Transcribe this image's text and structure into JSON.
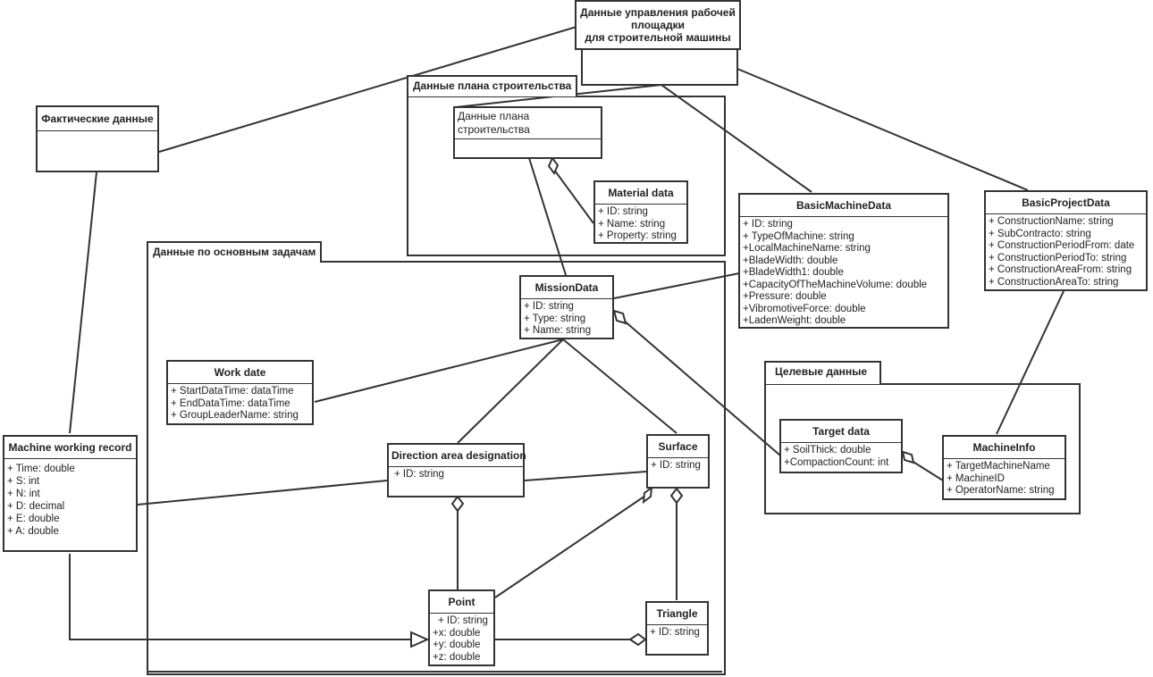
{
  "packages": {
    "construction_plan": "Данные плана строительства",
    "main_tasks": "Данные по основным задачам",
    "target": "Целевые данные"
  },
  "classes": {
    "site_mgmt": {
      "title": "Данные управления рабочей площадки\nдля строительной машины",
      "title_lines": [
        "Данные управления рабочей",
        "площадки",
        "для строительной машины"
      ],
      "attrs": []
    },
    "actual": {
      "title": "Фактические данные",
      "attrs": []
    },
    "plan": {
      "title_lines": [
        "Данные плана",
        "строительства"
      ],
      "attrs": []
    },
    "material": {
      "title": "Material data",
      "attrs": [
        "+ ID: string",
        "+ Name: string",
        "+ Property: string"
      ]
    },
    "basic_machine": {
      "title": "BasicMachineData",
      "attrs": [
        "+ ID: string",
        "+ TypeOfMachine: string",
        "+LocalMachineName: string",
        "+BladeWidth: double",
        "+BladeWidth1: double",
        "+CapacityOfTheMachineVolume: double",
        "+Pressure: double",
        "+VibromotiveForce: double",
        "+LadenWeight: double"
      ]
    },
    "basic_project": {
      "title": "BasicProjectData",
      "attrs": [
        "+ ConstructionName: string",
        "+ SubContracto: string",
        "+ ConstructionPeriodFrom: date",
        "+ ConstructionPeriodTo: string",
        "+ ConstructionAreaFrom: string",
        "+ ConstructionAreaTo: string"
      ]
    },
    "mission": {
      "title": "MissionData",
      "attrs": [
        "+ ID: string",
        "+ Type: string",
        "+ Name: string"
      ]
    },
    "work_date": {
      "title": "Work date",
      "attrs": [
        "+ StartDataTime: dataTime",
        "+ EndDataTime: dataTime",
        "+ GroupLeaderName: string"
      ]
    },
    "machine_record": {
      "title": "Machine working record",
      "attrs": [
        "+ Time: double",
        "+ S: int",
        "+ N: int",
        "+ D: decimal",
        "+ E: double",
        "+ A: double"
      ]
    },
    "direction": {
      "title": "Direction area designation",
      "attrs": [
        "+ ID: string"
      ]
    },
    "surface": {
      "title": "Surface",
      "attrs": [
        "+ ID: string"
      ]
    },
    "point": {
      "title": "Point",
      "attrs": [
        "+ ID: string",
        "+x: double",
        "+y: double",
        "+z: double"
      ]
    },
    "triangle": {
      "title": "Triangle",
      "attrs": [
        "+ ID: string"
      ]
    },
    "target_data": {
      "title": "Target data",
      "attrs": [
        "+ SoilThick: double",
        "+CompactionCount: int"
      ]
    },
    "machine_info": {
      "title": "MachineInfo",
      "attrs": [
        "+ TargetMachineName",
        "+ MachineID",
        "+ OperatorName: string"
      ]
    }
  },
  "relationships": [
    {
      "from": "site_mgmt",
      "to": "actual",
      "type": "association"
    },
    {
      "from": "site_mgmt",
      "to": "plan",
      "type": "association"
    },
    {
      "from": "site_mgmt",
      "to": "basic_machine",
      "type": "association"
    },
    {
      "from": "site_mgmt",
      "to": "basic_project",
      "type": "association"
    },
    {
      "from": "plan",
      "to": "material",
      "type": "aggregation"
    },
    {
      "from": "plan",
      "to": "mission",
      "type": "association"
    },
    {
      "from": "mission",
      "to": "basic_machine",
      "type": "association"
    },
    {
      "from": "mission",
      "to": "work_date",
      "type": "association"
    },
    {
      "from": "mission",
      "to": "direction",
      "type": "association"
    },
    {
      "from": "mission",
      "to": "surface",
      "type": "association"
    },
    {
      "from": "mission",
      "to": "target_data",
      "type": "aggregation"
    },
    {
      "from": "actual",
      "to": "machine_record",
      "type": "association"
    },
    {
      "from": "machine_record",
      "to": "point",
      "type": "generalization"
    },
    {
      "from": "direction",
      "to": "machine_record",
      "type": "association"
    },
    {
      "from": "direction",
      "to": "surface",
      "type": "association"
    },
    {
      "from": "direction",
      "to": "point",
      "type": "aggregation"
    },
    {
      "from": "surface",
      "to": "point",
      "type": "aggregation"
    },
    {
      "from": "surface",
      "to": "triangle",
      "type": "aggregation"
    },
    {
      "from": "triangle",
      "to": "point",
      "type": "aggregation"
    },
    {
      "from": "target_data",
      "to": "machine_info",
      "type": "aggregation"
    },
    {
      "from": "basic_project",
      "to": "machine_info",
      "type": "association"
    }
  ]
}
